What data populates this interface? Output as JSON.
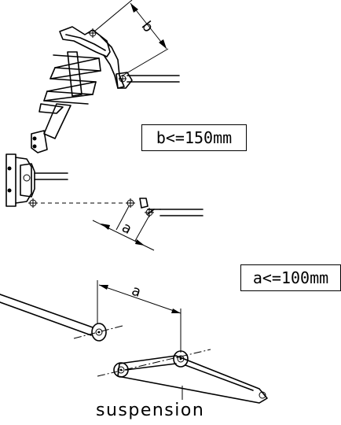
{
  "labels": {
    "b_limit": "b<=150mm",
    "a_limit": "a<=100mm",
    "caption": "suspension",
    "dim_b": "b",
    "dim_a_upper": "a",
    "dim_a_lower": "a"
  }
}
